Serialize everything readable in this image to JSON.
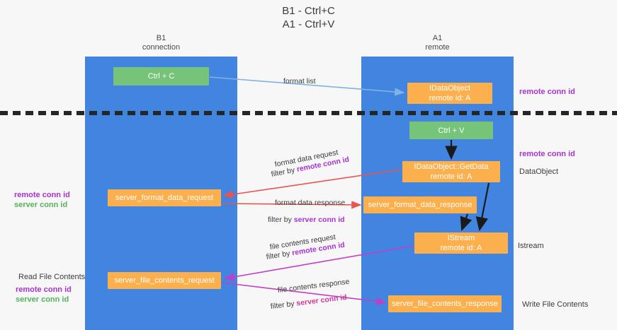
{
  "title": {
    "line1": "B1 - Ctrl+C",
    "line2": "A1 - Ctrl+V"
  },
  "lanes": [
    {
      "name": "B1",
      "sub": "connection",
      "color": "#4285e0"
    },
    {
      "name": "A1",
      "sub": "remote",
      "color": "#4285e0"
    }
  ],
  "nodes": {
    "ctrl_c": {
      "label": "Ctrl + C",
      "color": "#76c479"
    },
    "idataobject": {
      "label": "IDataObject",
      "sub": "remote id: A",
      "color": "#fbb04d"
    },
    "ctrl_v": {
      "label": "Ctrl + V",
      "color": "#76c479"
    },
    "getdata": {
      "label": "IDataObject::GetData",
      "sub": "remote id: A",
      "color": "#fbb04d"
    },
    "server_format_data_request": {
      "label": "server_format_data_request",
      "color": "#fbb04d"
    },
    "server_format_data_response": {
      "label": "server_format_data_response",
      "color": "#fbb04d"
    },
    "istream": {
      "label": "IStream",
      "sub": "remote id: A",
      "color": "#fbb04d"
    },
    "server_file_contents_request": {
      "label": "server_file_contents_request",
      "color": "#fbb04d"
    },
    "server_file_contents_response": {
      "label": "server_file_contents_response",
      "color": "#fbb04d"
    }
  },
  "edge_labels": {
    "format_list": "format list",
    "format_data_request": "format data request",
    "filter_by_remote_1_prefix": "filter by ",
    "filter_by_remote_1_key": "remote conn id",
    "format_data_response": "format data response",
    "filter_by_server_1_prefix": "filter by ",
    "filter_by_server_1_key": "server conn id",
    "file_contents_request": "file contents request",
    "filter_by_remote_2_prefix": "filter by ",
    "filter_by_remote_2_key": "remote conn id",
    "file_contents_response": "file contents response",
    "filter_by_server_2_prefix": "filter by ",
    "filter_by_server_2_key": "server conn id"
  },
  "left_notes": {
    "remote_conn_id": "remote conn id",
    "server_conn_id": "server conn id",
    "read_file_contents": "Read File Contents",
    "remote_conn_id_2": "remote conn id",
    "server_conn_id_2": "server conn id"
  },
  "right_notes": {
    "remote_conn_id_top": "remote conn id",
    "remote_conn_id_mid": "remote conn id",
    "dataobject": "DataObject",
    "istream": "Istream",
    "write_file_contents": "Write File Contents"
  },
  "colors": {
    "lane": "#4285e0",
    "green_node": "#76c479",
    "orange_node": "#fbb04d",
    "purple_text": "#a832d0",
    "green_text": "#56b25a",
    "pink_arrow": "#cc3f7a",
    "red_arrow": "#e8544f",
    "magenta_arrow": "#c13fc6",
    "blue_arrow": "#7fb2e5",
    "divider": "#262626",
    "background": "#f7f7f7"
  }
}
